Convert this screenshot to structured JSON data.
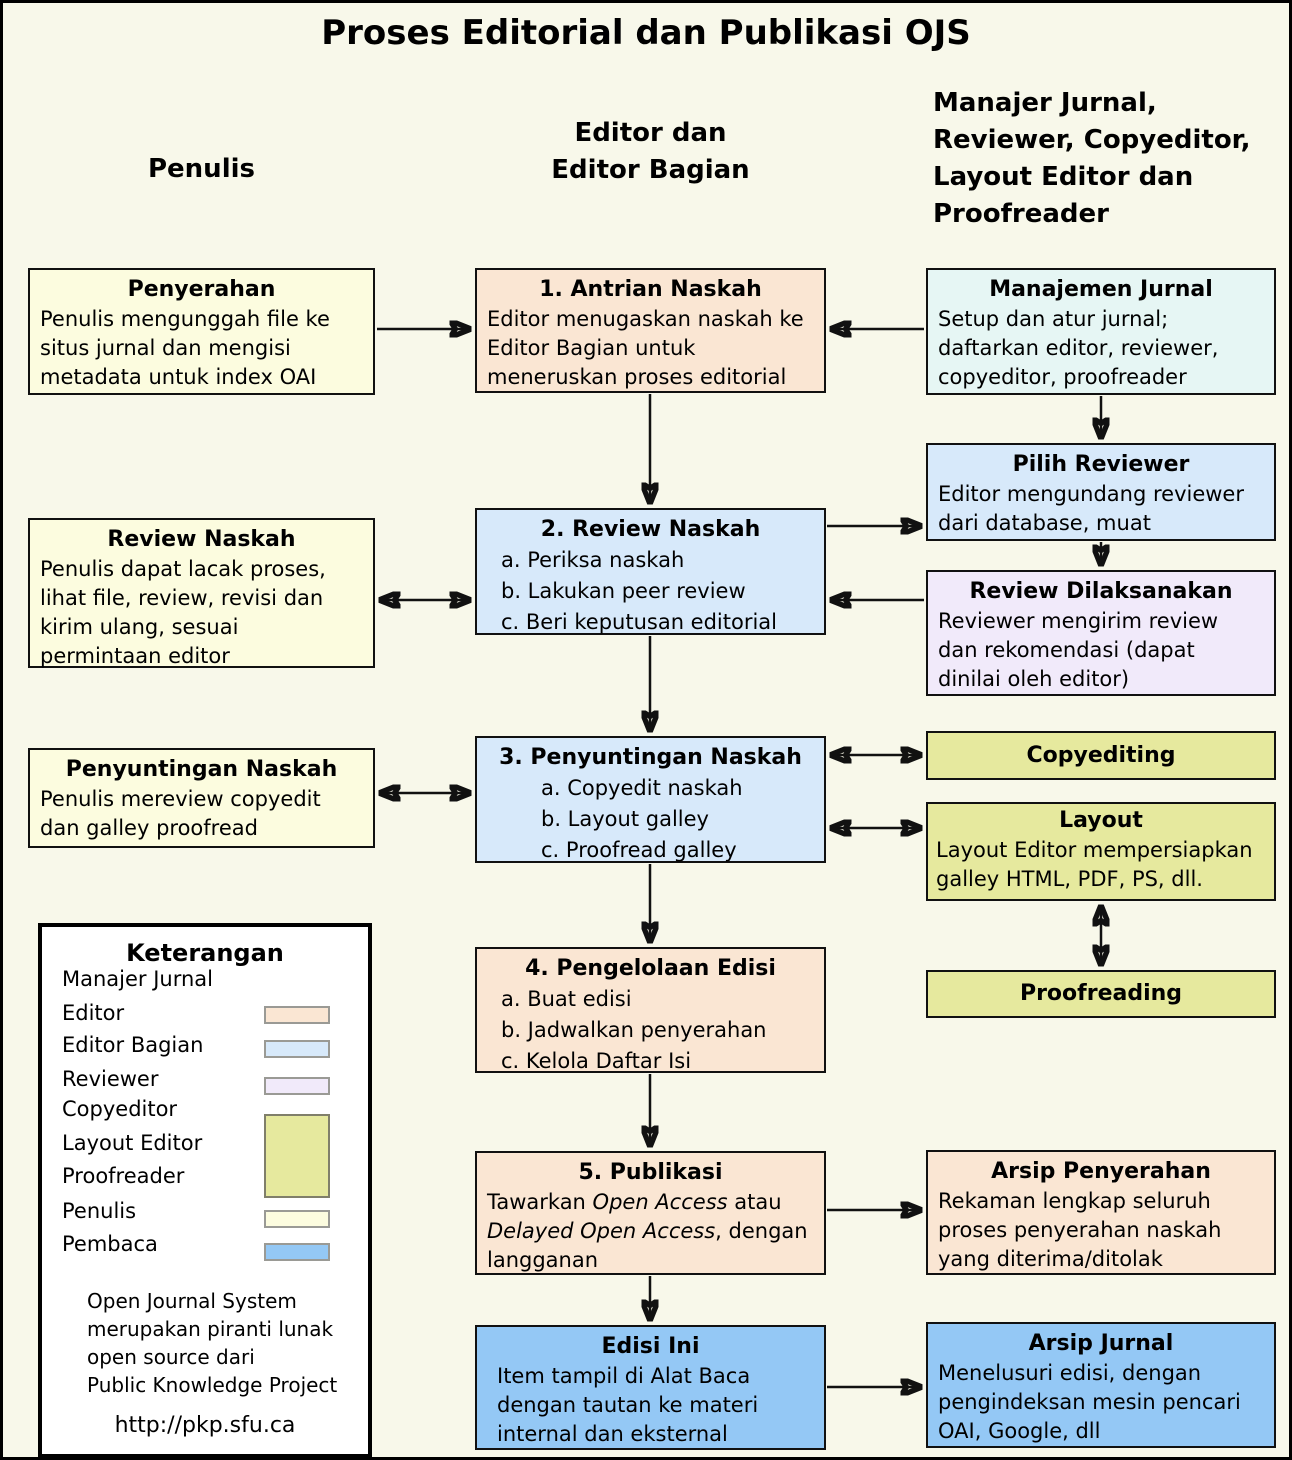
{
  "title": "Proses Editorial dan Publikasi OJS",
  "column_headers": {
    "penulis": "Penulis",
    "editor": "Editor dan\nEditor Bagian",
    "manajer": "Manajer Jurnal,\nReviewer, Copyeditor,\nLayout Editor dan\nProofreader"
  },
  "boxes": {
    "penyerahan": {
      "title": "Penyerahan",
      "body": "Penulis mengunggah file ke situs jurnal dan mengisi metadata untuk index OAI"
    },
    "review_naskah_penulis": {
      "title": "Review Naskah",
      "body": "Penulis dapat lacak proses, lihat file, review, revisi dan kirim ulang, sesuai permintaan editor"
    },
    "penyuntingan_naskah_penulis": {
      "title": "Penyuntingan Naskah",
      "body": "Penulis mereview copyedit dan galley proofread"
    },
    "antrian_naskah": {
      "title": "1. Antrian Naskah",
      "body": "Editor menugaskan naskah ke Editor Bagian untuk meneruskan proses editorial"
    },
    "review_naskah": {
      "title": "2. Review Naskah",
      "items": [
        "a. Periksa naskah",
        "b. Lakukan peer review",
        "c. Beri keputusan editorial"
      ]
    },
    "penyuntingan_naskah": {
      "title": "3. Penyuntingan Naskah",
      "items": [
        "a. Copyedit naskah",
        "b. Layout galley",
        "c. Proofread galley"
      ]
    },
    "pengelolaan_edisi": {
      "title": "4. Pengelolaan Edisi",
      "items": [
        "a. Buat edisi",
        "b. Jadwalkan penyerahan",
        "c. Kelola Daftar Isi"
      ]
    },
    "publikasi": {
      "title": "5. Publikasi",
      "body_runs": [
        {
          "t": "Tawarkan "
        },
        {
          "t": "Open Access",
          "i": true
        },
        {
          "t": " atau "
        },
        {
          "t": "Delayed Open Access",
          "i": true
        },
        {
          "t": ", dengan langganan"
        }
      ]
    },
    "edisi_ini": {
      "title": "Edisi Ini",
      "body": "Item tampil di Alat Baca dengan tautan ke materi internal dan eksternal"
    },
    "manajemen_jurnal": {
      "title": "Manajemen Jurnal",
      "body": "Setup dan atur jurnal; daftarkan editor, reviewer, copyeditor, proofreader"
    },
    "pilih_reviewer": {
      "title": "Pilih Reviewer",
      "body": "Editor mengundang reviewer dari database, muat"
    },
    "review_dilaksanakan": {
      "title": "Review Dilaksanakan",
      "body": "Reviewer mengirim review dan rekomendasi (dapat dinilai oleh editor)"
    },
    "copyediting": {
      "title": "Copyediting"
    },
    "layout": {
      "title": "Layout",
      "body": "Layout Editor mempersiapkan galley HTML, PDF, PS, dll."
    },
    "proofreading": {
      "title": "Proofreading"
    },
    "arsip_penyerahan": {
      "title": "Arsip Penyerahan",
      "body": "Rekaman lengkap seluruh proses penyerahan naskah yang diterima/ditolak"
    },
    "arsip_jurnal": {
      "title": "Arsip Jurnal",
      "body": "Menelusuri edisi, dengan pengindeksan mesin pencari OAI, Google, dll"
    }
  },
  "legend": {
    "title": "Keterangan",
    "rows": [
      {
        "label": "Manajer Jurnal",
        "swatch": null
      },
      {
        "label": "Editor",
        "swatch": "peach"
      },
      {
        "label": "Editor Bagian",
        "swatch": "lightblue"
      },
      {
        "label": "Reviewer",
        "swatch": "lavender"
      },
      {
        "label": "Copyeditor",
        "swatch": "olive"
      },
      {
        "label": "Layout Editor",
        "swatch": "olive"
      },
      {
        "label": "Proofreader",
        "swatch": "olive"
      },
      {
        "label": "Penulis",
        "swatch": "cream"
      },
      {
        "label": "Pembaca",
        "swatch": "blue"
      }
    ],
    "footer": "Open Journal System\nmerupakan piranti lunak\nopen source dari\nPublic Knowledge Project",
    "url": "http://pkp.sfu.ca"
  },
  "colors": {
    "background": "#F8F8EA",
    "cream": "#FCFCDF",
    "peach": "#FAE6D3",
    "lightblue": "#D7E9FA",
    "azure": "#E6F6F4",
    "lavender": "#F1EAFA",
    "olive": "#E6E99E",
    "blue": "#94C8F5",
    "line": "#111111"
  }
}
